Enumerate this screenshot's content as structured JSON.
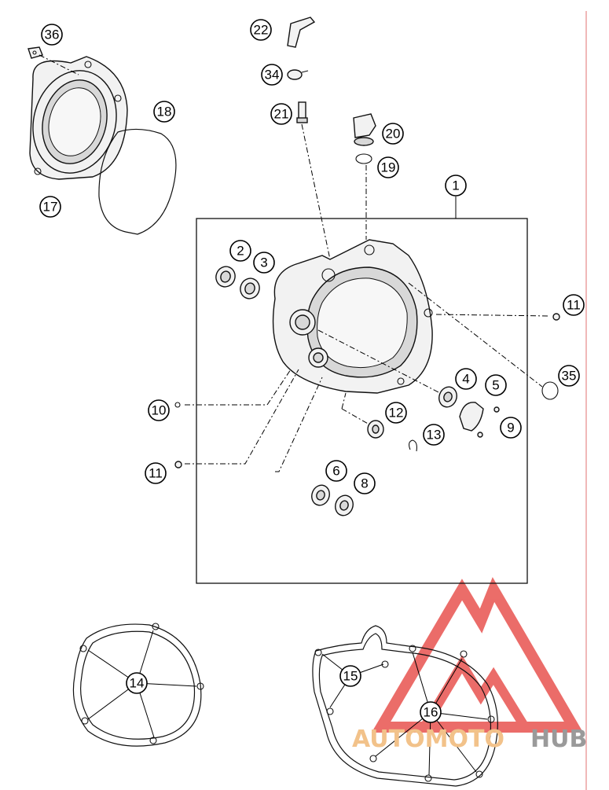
{
  "diagram": {
    "callouts": [
      {
        "id": "c36",
        "label": "36"
      },
      {
        "id": "c22",
        "label": "22"
      },
      {
        "id": "c34",
        "label": "34"
      },
      {
        "id": "c18",
        "label": "18"
      },
      {
        "id": "c21",
        "label": "21"
      },
      {
        "id": "c20",
        "label": "20"
      },
      {
        "id": "c19",
        "label": "19"
      },
      {
        "id": "c17",
        "label": "17"
      },
      {
        "id": "c1",
        "label": "1"
      },
      {
        "id": "c2",
        "label": "2"
      },
      {
        "id": "c3",
        "label": "3"
      },
      {
        "id": "c11a",
        "label": "11"
      },
      {
        "id": "c35",
        "label": "35"
      },
      {
        "id": "c4",
        "label": "4"
      },
      {
        "id": "c5",
        "label": "5"
      },
      {
        "id": "c10",
        "label": "10"
      },
      {
        "id": "c12",
        "label": "12"
      },
      {
        "id": "c9",
        "label": "9"
      },
      {
        "id": "c13",
        "label": "13"
      },
      {
        "id": "c6",
        "label": "6"
      },
      {
        "id": "c8",
        "label": "8"
      },
      {
        "id": "c11b",
        "label": "11"
      },
      {
        "id": "c14",
        "label": "14"
      },
      {
        "id": "c15",
        "label": "15"
      },
      {
        "id": "c16",
        "label": "16"
      }
    ]
  },
  "watermark": {
    "part1": "AUTOMOTO",
    "part2": "HUB",
    "color_part1": "#f2c28a",
    "color_part2": "#9a9a9a",
    "logo_color": "#e8534f"
  }
}
